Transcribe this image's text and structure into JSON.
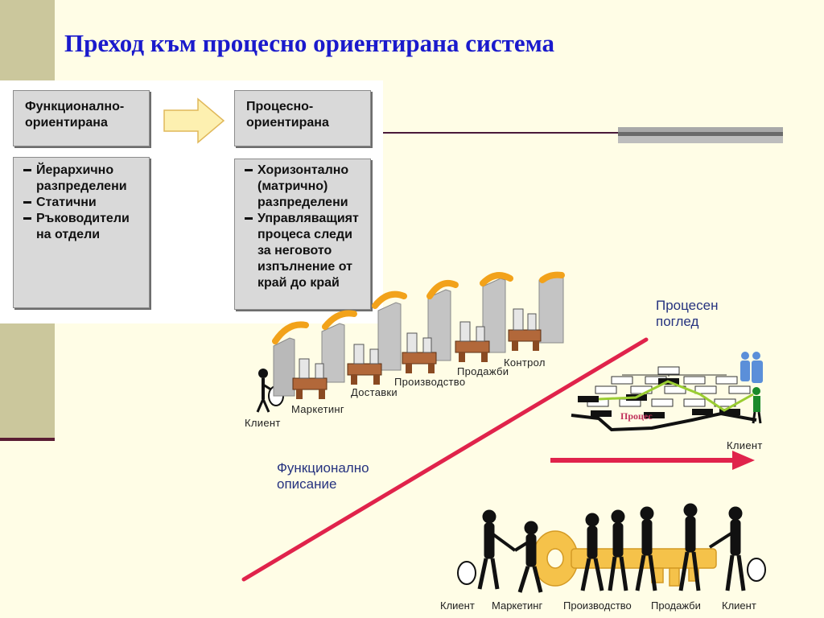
{
  "title": "Преход към процесно ориентирана система",
  "left_panel": {
    "functional_header": "Функционално-ориентирана",
    "functional_items": [
      "Йерархично разпределени",
      "Статични",
      "Ръководители на отдели"
    ],
    "process_header": "Процесно-ориентирана",
    "process_items": [
      "Хоризонтално (матрично) разпределени",
      "Управляващият процеса следи за неговото изпълнение от край до край"
    ]
  },
  "diagram": {
    "chain_labels": {
      "client": "Клиент",
      "marketing": "Маркетинг",
      "deliveries": "Доставки",
      "production": "Производство",
      "sales": "Продажби",
      "control": "Контрол"
    },
    "process_view": "Процесен поглед",
    "functional_description": "Функционално описание",
    "process_client": "Клиент",
    "process_tag": "Процес",
    "bottom_labels": [
      "Клиент",
      "Маркетинг",
      "Производство",
      "Продажби",
      "Клиент"
    ]
  },
  "colors": {
    "title": "#1a1acc",
    "diagonal_line": "#e0234b",
    "process_arrow": "#e0234b",
    "label_blue": "#25327f",
    "box_fill": "#d9d9d9",
    "key_gold": "#f5c24a"
  }
}
